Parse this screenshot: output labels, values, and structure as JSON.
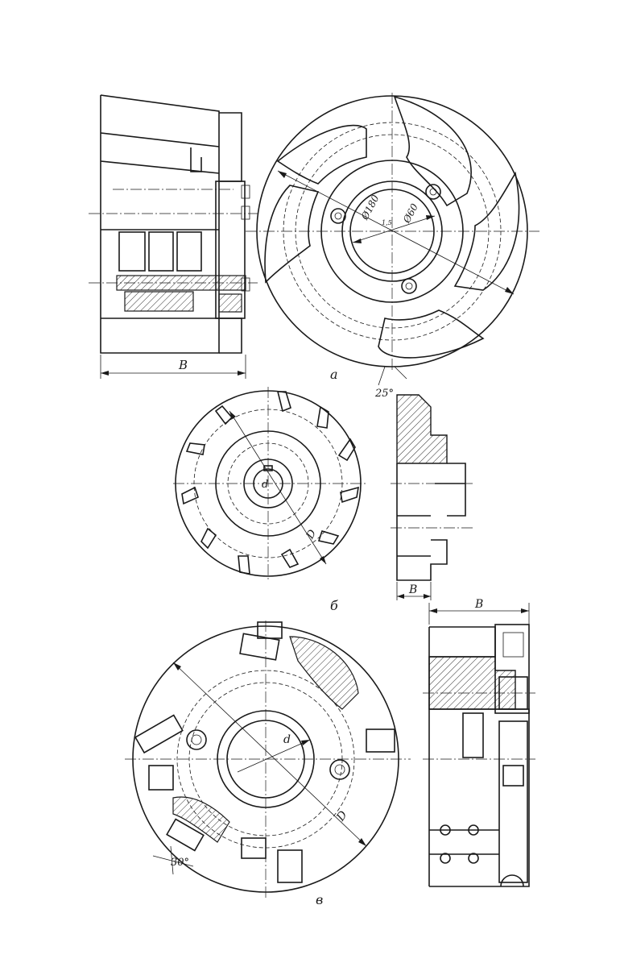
{
  "figure_a": {
    "dim_outer": "Ø180",
    "dim_outer_tol": "1,5",
    "dim_bore": "Ø60",
    "angle": "25°",
    "width_label": "B",
    "caption": "а"
  },
  "figure_b": {
    "bore_label": "d",
    "diameter_label": "D",
    "width_label": "B",
    "caption": "б"
  },
  "figure_c": {
    "bore_label": "d",
    "diameter_label": "D",
    "angle": "30°",
    "width_label": "B",
    "caption": "в"
  },
  "colors": {
    "ink": "#1a1a1a",
    "paper": "#ffffff"
  }
}
